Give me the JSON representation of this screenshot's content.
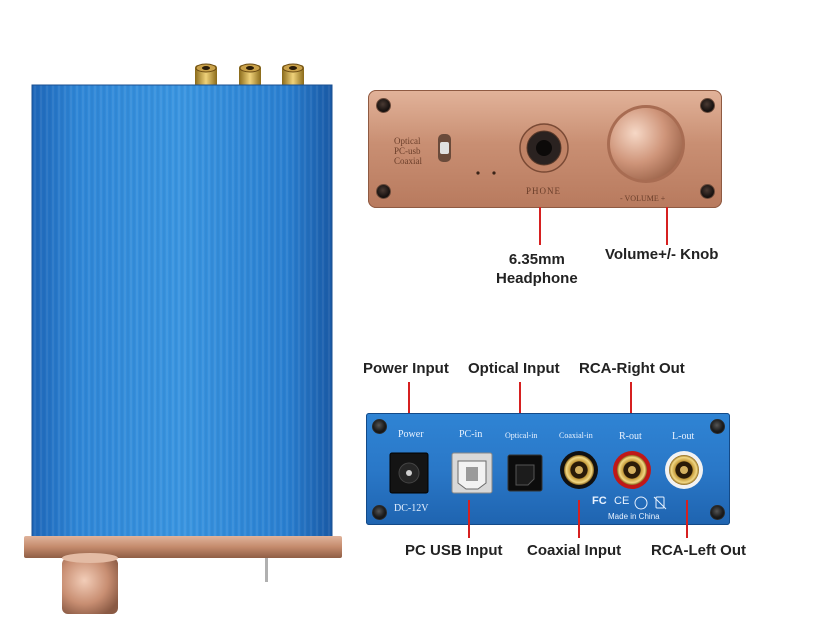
{
  "callouts": {
    "headphone_line1": "6.35mm",
    "headphone_line2": "Headphone",
    "volume_knob": "Volume+/- Knob",
    "power_input": "Power Input",
    "optical_input": "Optical Input",
    "rca_right_out": "RCA-Right Out",
    "pc_usb_input": "PC USB Input",
    "coaxial_input": "Coaxial Input",
    "rca_left_out": "RCA-Left Out"
  },
  "front_panel": {
    "switch_label_optical": "Optical",
    "switch_label_pcusb": "PC-usb",
    "switch_label_coaxial": "Coaxial",
    "phone_label": "PHONE",
    "volume_label": "- VOLUME +"
  },
  "rear_panel": {
    "label_power": "Power",
    "label_pcin": "PC-in",
    "label_optical": "Optical-in",
    "label_coaxial": "Coaxial-in",
    "label_rout": "R-out",
    "label_lout": "L-out",
    "label_dc": "DC-12V",
    "label_made_in": "Made in China",
    "cert_fc": "FC",
    "cert_ce": "CE"
  },
  "colors": {
    "anodized_blue": "#2a7fd0",
    "copper": "#c98f73",
    "leader_red": "#d62020"
  }
}
